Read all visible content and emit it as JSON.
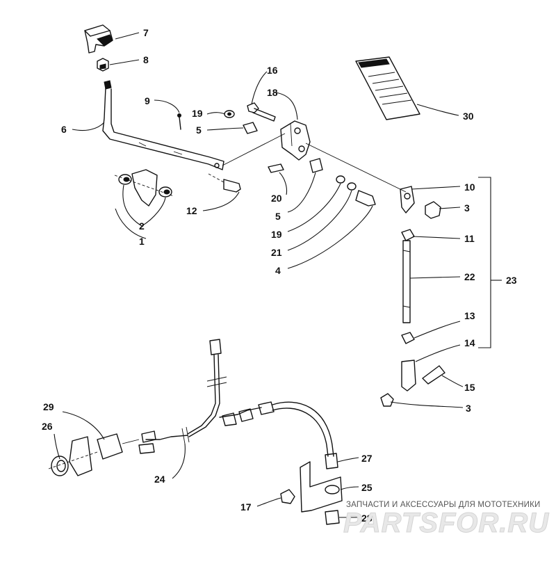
{
  "parts": {
    "p1": "1",
    "p2": "2",
    "p3a": "3",
    "p3b": "3",
    "p4": "4",
    "p5a": "5",
    "p5b": "5",
    "p6": "6",
    "p7": "7",
    "p8": "8",
    "p9": "9",
    "p10": "10",
    "p11": "11",
    "p12": "12",
    "p13": "13",
    "p14": "14",
    "p15": "15",
    "p16": "16",
    "p17": "17",
    "p18": "18",
    "p19a": "19",
    "p19b": "19",
    "p20": "20",
    "p21": "21",
    "p22": "22",
    "p23": "23",
    "p24": "24",
    "p25": "25",
    "p26": "26",
    "p27": "27",
    "p28": "28",
    "p29": "29",
    "p30": "30"
  },
  "watermark": {
    "caption": "ЗАПЧАСТИ И АКСЕССУАРЫ ДЛЯ МОТОТЕХНИКИ",
    "logo": "PARTSFOR.RU"
  }
}
